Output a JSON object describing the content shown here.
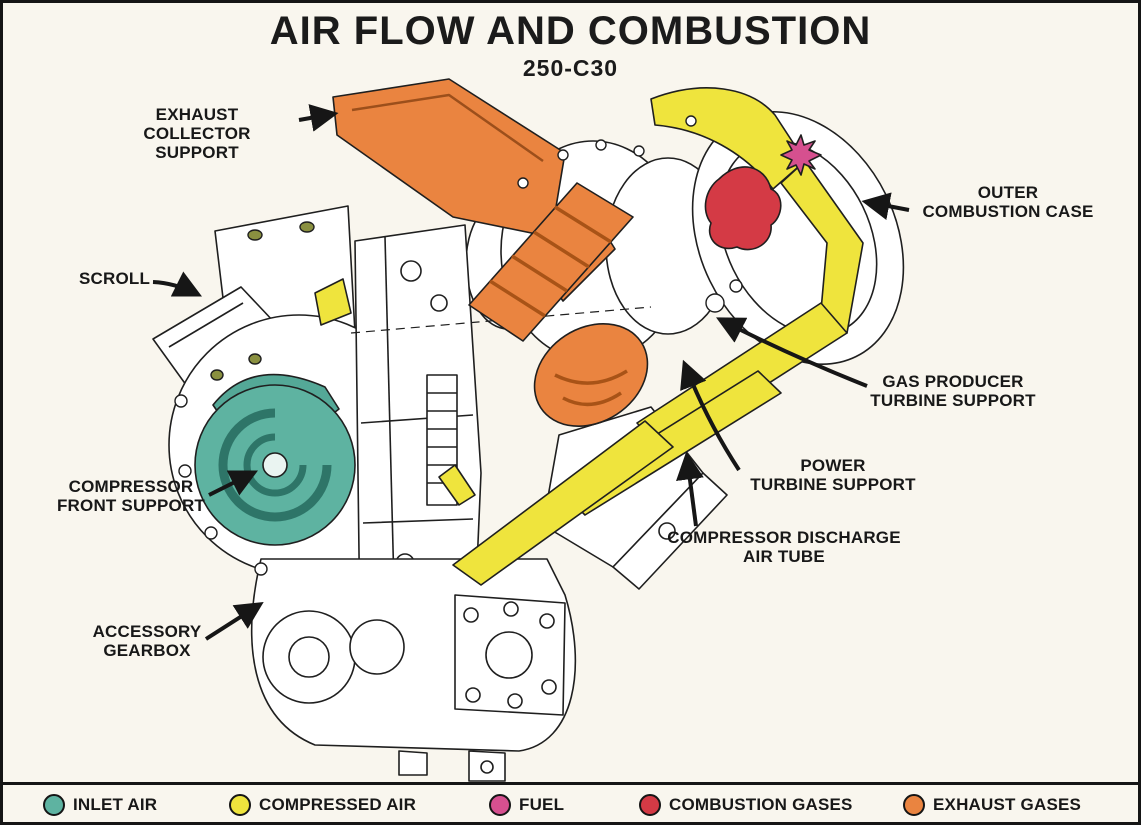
{
  "header": {
    "title": "AIR FLOW AND COMBUSTION",
    "subtitle": "250-C30"
  },
  "labels": {
    "exhaust_collector_support": {
      "text": "EXHAUST\nCOLLECTOR SUPPORT"
    },
    "outer_combustion_case": {
      "text": "OUTER\nCOMBUSTION CASE"
    },
    "scroll": {
      "text": "SCROLL"
    },
    "gas_producer_turbine_support": {
      "text": "GAS PRODUCER\nTURBINE SUPPORT"
    },
    "power_turbine_support": {
      "text": "POWER\nTURBINE SUPPORT"
    },
    "compressor_discharge_air_tube": {
      "text": "COMPRESSOR DISCHARGE\nAIR TUBE"
    },
    "compressor_front_support": {
      "text": "COMPRESSOR\nFRONT SUPPORT"
    },
    "accessory_gearbox": {
      "text": "ACCESSORY\nGEARBOX"
    }
  },
  "legend": {
    "items": [
      {
        "label": "INLET AIR",
        "color": "#5eb3a1"
      },
      {
        "label": "COMPRESSED AIR",
        "color": "#efe43d"
      },
      {
        "label": "FUEL",
        "color": "#d6508f"
      },
      {
        "label": "COMBUSTION GASES",
        "color": "#d43a45"
      },
      {
        "label": "EXHAUST GASES",
        "color": "#ea8440"
      }
    ]
  },
  "colors": {
    "inlet_air": "#5eb3a1",
    "compressed_air": "#efe43d",
    "fuel": "#d6508f",
    "combustion_gases": "#d43a45",
    "exhaust_gases": "#ea8440",
    "background": "#f9f6ee",
    "line": "#1f1f1f"
  }
}
